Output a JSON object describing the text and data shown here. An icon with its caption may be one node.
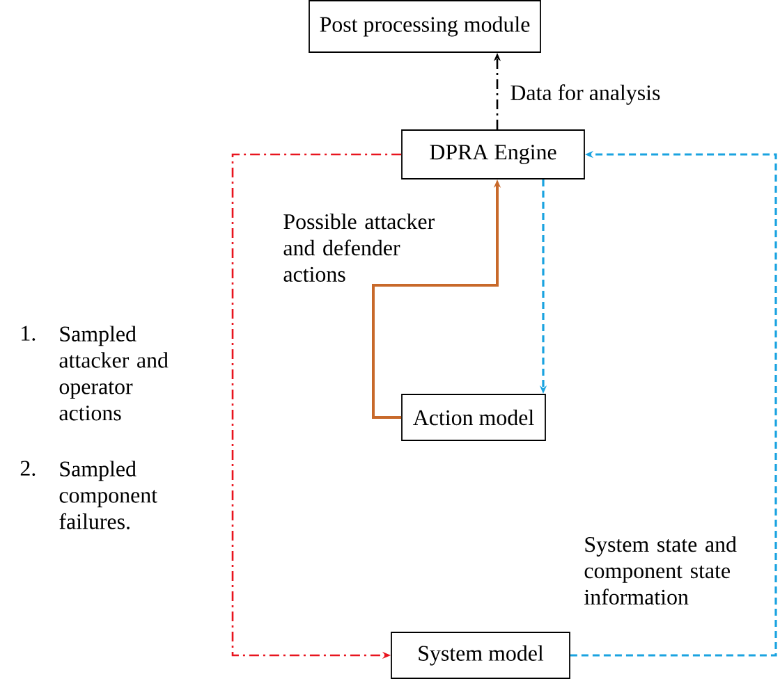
{
  "diagram": {
    "nodes": [
      {
        "text": [
          "Post processing module"
        ]
      },
      {
        "text": [
          "DPRA Engine"
        ]
      },
      {
        "text": [
          "Action model"
        ]
      },
      {
        "text": [
          "System model"
        ]
      }
    ],
    "edges": [
      {
        "from": 1,
        "to": 0,
        "arrow": "to",
        "label": "Data for analysis",
        "style": "dashed",
        "color": "#000000"
      },
      {
        "from": 1,
        "to": 3,
        "arrow": "to",
        "style": "dashed",
        "color": "#e8141e"
      },
      {
        "from": 1,
        "to": 2,
        "arrow": "to",
        "style": "dashed",
        "color": "#1aa3e0"
      },
      {
        "from": 2,
        "to": 1,
        "arrow": "to",
        "label": "Possible attacker and defender actions",
        "color": "#c8692a"
      },
      {
        "from": 3,
        "to": 1,
        "arrow": "to",
        "label": "System state and component state information",
        "style": "dashed",
        "color": "#1aa3e0"
      }
    ],
    "labels": [
      "1.",
      "Sampled attacker and operator actions",
      "2.",
      "Sampled component failures."
    ]
  }
}
